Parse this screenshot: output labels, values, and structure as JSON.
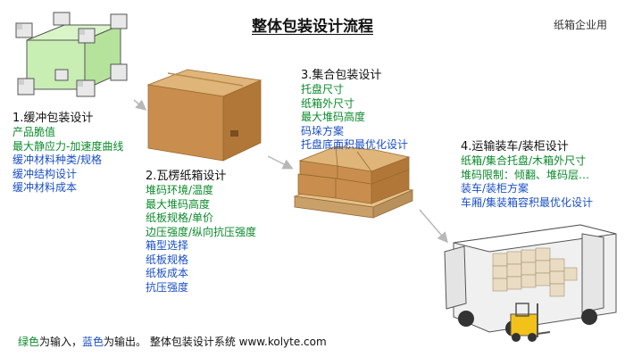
{
  "title": "整体包装设计流程",
  "corner_label": "纸箱企业用",
  "steps": [
    {
      "title": "1.缓冲包装设计",
      "items": [
        {
          "text": "产品脆值",
          "kind": "in"
        },
        {
          "text": "最大静应力-加速度曲线",
          "kind": "in"
        },
        {
          "text": "缓冲材料种类/规格",
          "kind": "out"
        },
        {
          "text": "缓冲结构设计",
          "kind": "out"
        },
        {
          "text": "缓冲材料成本",
          "kind": "out"
        }
      ]
    },
    {
      "title": "2.瓦楞纸箱设计",
      "items": [
        {
          "text": "堆码环境/温度",
          "kind": "in"
        },
        {
          "text": "最大堆码高度",
          "kind": "in"
        },
        {
          "text": "纸板规格/单价",
          "kind": "in"
        },
        {
          "text": "边压强度/纵向抗压强度",
          "kind": "in"
        },
        {
          "text": "箱型选择",
          "kind": "out"
        },
        {
          "text": "纸板规格",
          "kind": "out"
        },
        {
          "text": "纸板成本",
          "kind": "out"
        },
        {
          "text": "抗压强度",
          "kind": "out"
        }
      ]
    },
    {
      "title": "3.集合包装设计",
      "items": [
        {
          "text": "托盘尺寸",
          "kind": "in"
        },
        {
          "text": "纸箱外尺寸",
          "kind": "in"
        },
        {
          "text": "最大堆码高度",
          "kind": "in"
        },
        {
          "text": "码垛方案",
          "kind": "out"
        },
        {
          "text": "托盘底面积最优化设计",
          "kind": "out"
        }
      ]
    },
    {
      "title": "4.运输装车/装柜设计",
      "items": [
        {
          "text": "纸箱/集合托盘/木箱外尺寸",
          "kind": "in"
        },
        {
          "text": "堆码限制：倾翻、堆码层…",
          "kind": "in"
        },
        {
          "text": "装车/装柜方案",
          "kind": "out"
        },
        {
          "text": "车厢/集装箱容积最优化设计",
          "kind": "out"
        }
      ]
    }
  ],
  "footer": {
    "green_word": "绿色",
    "part1": "为输入，",
    "blue_word": "蓝色",
    "part2": "为输出。 整体包装设计系统 www.kolyte.com"
  },
  "colors": {
    "input": "#0a8a2a",
    "output": "#1a4fc4",
    "box": "#c9924f"
  }
}
